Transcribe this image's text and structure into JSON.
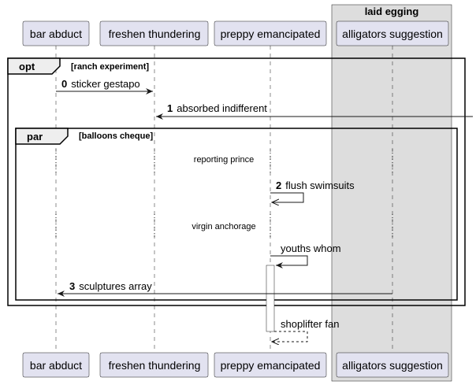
{
  "box": {
    "title": "laid egging",
    "fill": "#DDDDDD"
  },
  "participants": [
    "bar abduct",
    "freshen thundering",
    "preppy emancipated",
    "alligators suggestion"
  ],
  "fragments": {
    "opt": {
      "keyword": "opt",
      "condition": "[ranch experiment]"
    },
    "par": {
      "keyword": "par",
      "condition": "[balloons cheque]"
    }
  },
  "messages": [
    {
      "num": "0",
      "text": "sticker gestapo"
    },
    {
      "num": "1",
      "text": "absorbed indifferent"
    },
    {
      "num": "2",
      "text": "flush swimsuits"
    },
    {
      "num": "",
      "text": "youths whom"
    },
    {
      "num": "3",
      "text": "sculptures array"
    },
    {
      "num": "",
      "text": "shoplifter fan"
    }
  ],
  "dividers": [
    "reporting prince",
    "virgin anchorage"
  ],
  "colors": {
    "participant_fill": "#E2E2F0",
    "participant_border": "#181818",
    "box_fill": "#DDDDDD",
    "fragment_header": "#EEEEEE"
  }
}
